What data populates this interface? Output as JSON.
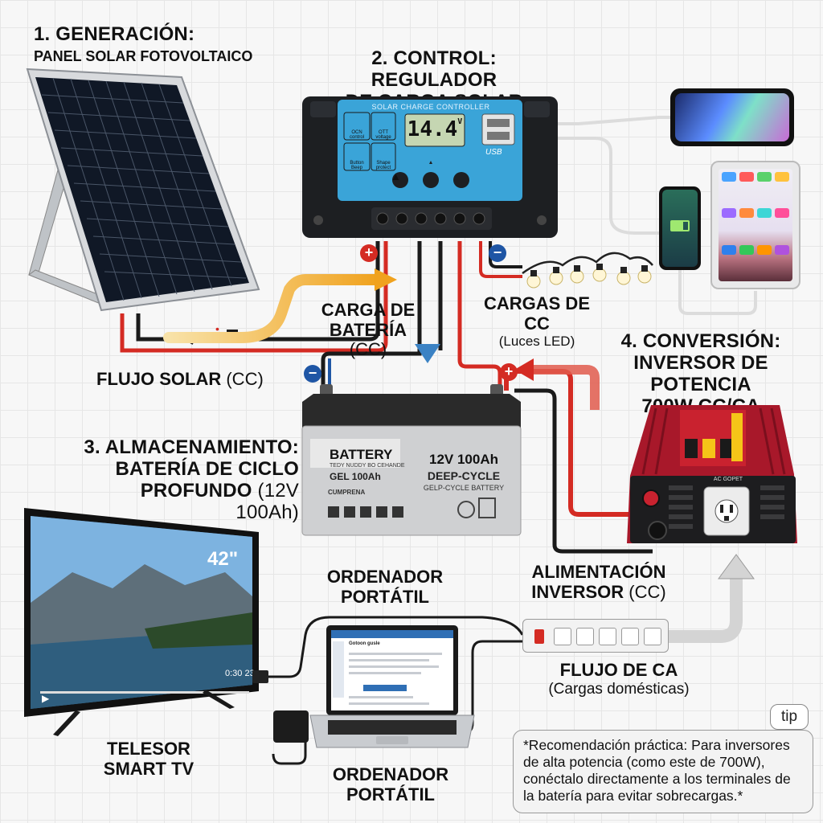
{
  "generation": {
    "title": "1. GENERACIÓN:",
    "subtitle": "PANEL SOLAR FOTOVOLTAICO"
  },
  "control": {
    "title_line1": "2. CONTROL: REGULADOR",
    "title_line2": "DE CARGA SOLAR",
    "device_label": "SOLAR CHARGE CONTROLLER",
    "lcd_value": "14.4",
    "lcd_unit": "V",
    "usb_label": "USB",
    "icon_labels": [
      "OCN control",
      "OTT voltage",
      "Button Beep",
      "Shape protect"
    ]
  },
  "storage": {
    "title_line1": "3. ALMACENAMIENTO:",
    "title_line2": "BATERÍA DE CICLO",
    "title_line3_bold": "PROFUNDO",
    "title_line3_thin": "(12V 100Ah)",
    "battery_brand": "BATTERY",
    "battery_tagline": "TEDY NUDDY BO CEHANDE",
    "battery_type": "GEL 100Ah",
    "battery_spec": "12V 100Ah",
    "battery_cycle": "DEEP-CYCLE",
    "battery_sub": "GELP-CYCLE BATTERY",
    "battery_small_heading": "CUMPRENA"
  },
  "conversion": {
    "title_line1": "4. CONVERSIÓN:",
    "title_line2": "INVERSOR DE POTENCIA",
    "title_line3": "700W CC/CA",
    "socket_label": "AC GOPET"
  },
  "labels": {
    "solar_flow_bold": "FLUJO SOLAR",
    "solar_flow_thin": "(CC)",
    "battery_charge_line1": "CARGA DE",
    "battery_charge_line2": "BATERÍA",
    "battery_charge_line3": "(CC)",
    "dc_loads": "CARGAS DE CC",
    "dc_loads_sub": "(Luces LED)",
    "inverter_supply_line1": "ALIMENTACIÓN",
    "inverter_supply_bold": "INVERSOR",
    "inverter_supply_thin": "(CC)",
    "ac_flow": "FLUJO DE CA",
    "ac_flow_sub": "(Cargas domésticas)",
    "laptop_top_line1": "ORDENADOR",
    "laptop_top_line2": "PORTÁTIL",
    "laptop_bottom_line1": "ORDENADOR",
    "laptop_bottom_line2": "PORTÁTIL",
    "tv_line1": "TELESOR",
    "tv_line2": "SMART TV",
    "tv_size": "42\"",
    "tv_time": "0:30 23",
    "laptop_screen_heading": "Gotoon gusle"
  },
  "tip": {
    "badge": "tip",
    "bold_part": "*Recomendación práctica:",
    "text": "Para inversores de alta potencia (como este de 700W), conéctalo directamente a los terminales de la batería para evitar sobrecargas.*"
  },
  "colors": {
    "positive": "#d42b23",
    "negative": "#1a1a1a",
    "dc_arrow": "#f0a21e",
    "battery_arrow": "#3b82c4",
    "ac_arrow": "#d4d4d4",
    "controller_blue": "#3aa4d8"
  }
}
